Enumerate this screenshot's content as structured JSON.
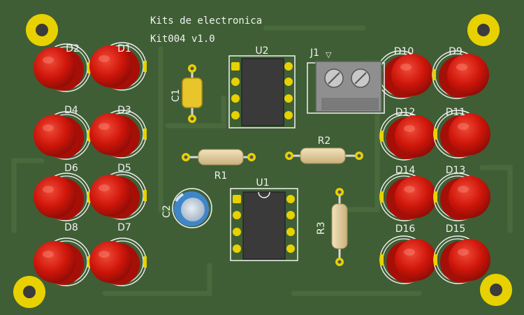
{
  "board": {
    "title_line1": "Kits de electronica",
    "title_line2": "Kit004 v1.0",
    "colors": {
      "board": "#3f5e35",
      "trace": "#4a6a3e",
      "silkscreen": "#f2f2f2",
      "pad": "#e8d100",
      "led_red": "#d11a0f",
      "ic_body": "#3a3a3a",
      "resistor": "#e5cfa0",
      "capacitor": "#e8c52a",
      "electrolytic": "#3f86c9",
      "terminal_block": "#8a8a8a"
    }
  },
  "components": {
    "leds": [
      {
        "ref": "D2"
      },
      {
        "ref": "D1"
      },
      {
        "ref": "D4"
      },
      {
        "ref": "D3"
      },
      {
        "ref": "D6"
      },
      {
        "ref": "D5"
      },
      {
        "ref": "D8"
      },
      {
        "ref": "D7"
      },
      {
        "ref": "D10"
      },
      {
        "ref": "D9"
      },
      {
        "ref": "D12"
      },
      {
        "ref": "D11"
      },
      {
        "ref": "D14"
      },
      {
        "ref": "D13"
      },
      {
        "ref": "D16"
      },
      {
        "ref": "D15"
      }
    ],
    "u2": "U2",
    "u1": "U1",
    "j1": "J1",
    "j1_marker": "▽",
    "c1": "C1",
    "c2": "C2",
    "r1": "R1",
    "r2": "R2",
    "r3": "R3"
  }
}
